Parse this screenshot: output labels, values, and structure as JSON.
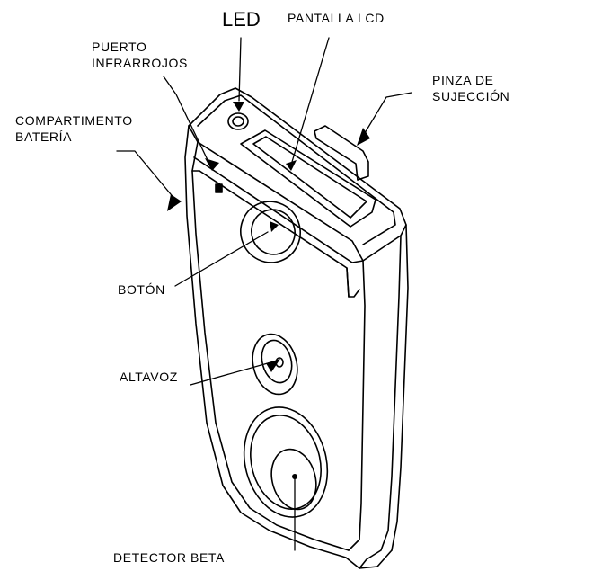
{
  "diagram": {
    "labels": {
      "led": "LED",
      "pantalla": "PANTALLA LCD",
      "puerto_line1": "PUERTO",
      "puerto_line2": "INFRARROJOS",
      "pinza_line1": "PINZA DE",
      "pinza_line2": "SUJECCIÓN",
      "compartimento_line1": "COMPARTIMENTO",
      "compartimento_line2": "BATERÍA",
      "boton": "BOTÓN",
      "altavoz": "ALTAVOZ",
      "detector": "DETECTOR BETA"
    },
    "colors": {
      "ink": "#000000",
      "background": "#ffffff"
    }
  }
}
